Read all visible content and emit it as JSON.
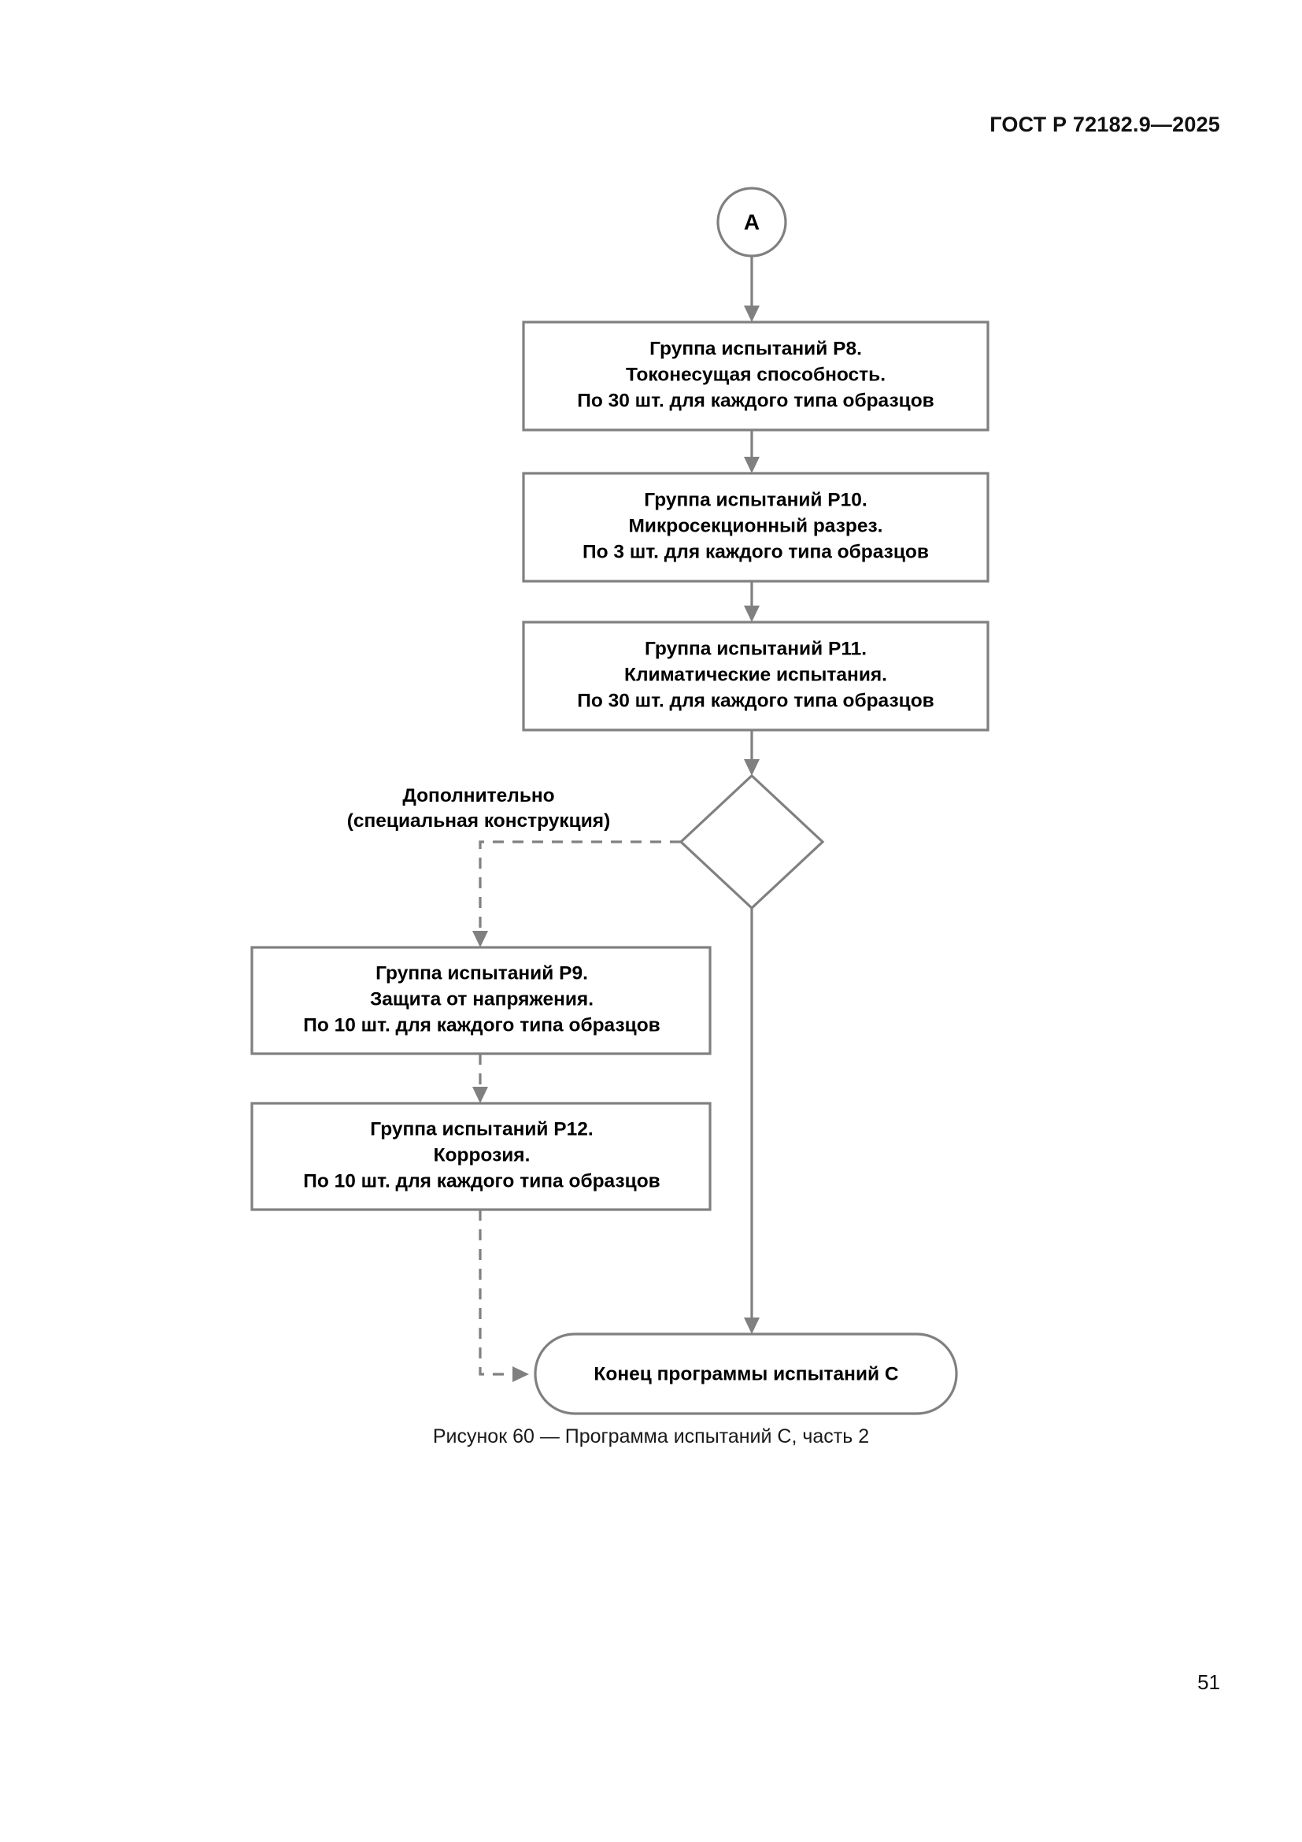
{
  "document": {
    "header": "ГОСТ Р 72182.9—2025",
    "page_number": "51"
  },
  "figure": {
    "caption": "Рисунок 60 — Программа испытаний С, часть 2",
    "side_label_line1": "Дополнительно",
    "side_label_line2": "(специальная конструкция)",
    "connector": {
      "label": "A"
    },
    "nodes": [
      {
        "id": "p8",
        "type": "process",
        "line1": "Группа испытаний Р8.",
        "line2": "Токонесущая способность.",
        "line3": "По 30 шт. для каждого типа образцов"
      },
      {
        "id": "p10",
        "type": "process",
        "line1": "Группа испытаний Р10.",
        "line2": "Микросекционный разрез.",
        "line3": "По 3 шт. для каждого типа образцов"
      },
      {
        "id": "p11",
        "type": "process",
        "line1": "Группа испытаний Р11.",
        "line2": "Климатические испытания.",
        "line3": "По 30 шт. для каждого типа образцов"
      },
      {
        "id": "decision",
        "type": "decision",
        "line1": ""
      },
      {
        "id": "p9",
        "type": "process",
        "line1": "Группа испытаний Р9.",
        "line2": "Защита от напряжения.",
        "line3": "По 10 шт. для каждого типа образцов"
      },
      {
        "id": "p12",
        "type": "process",
        "line1": "Группа испытаний Р12.",
        "line2": "Коррозия.",
        "line3": "По 10 шт. для каждого типа образцов"
      },
      {
        "id": "end",
        "type": "terminator",
        "line1": "Конец программы испытаний С"
      }
    ]
  },
  "colors": {
    "shape_stroke": "#808080",
    "text": "#000000",
    "background": "#ffffff"
  }
}
